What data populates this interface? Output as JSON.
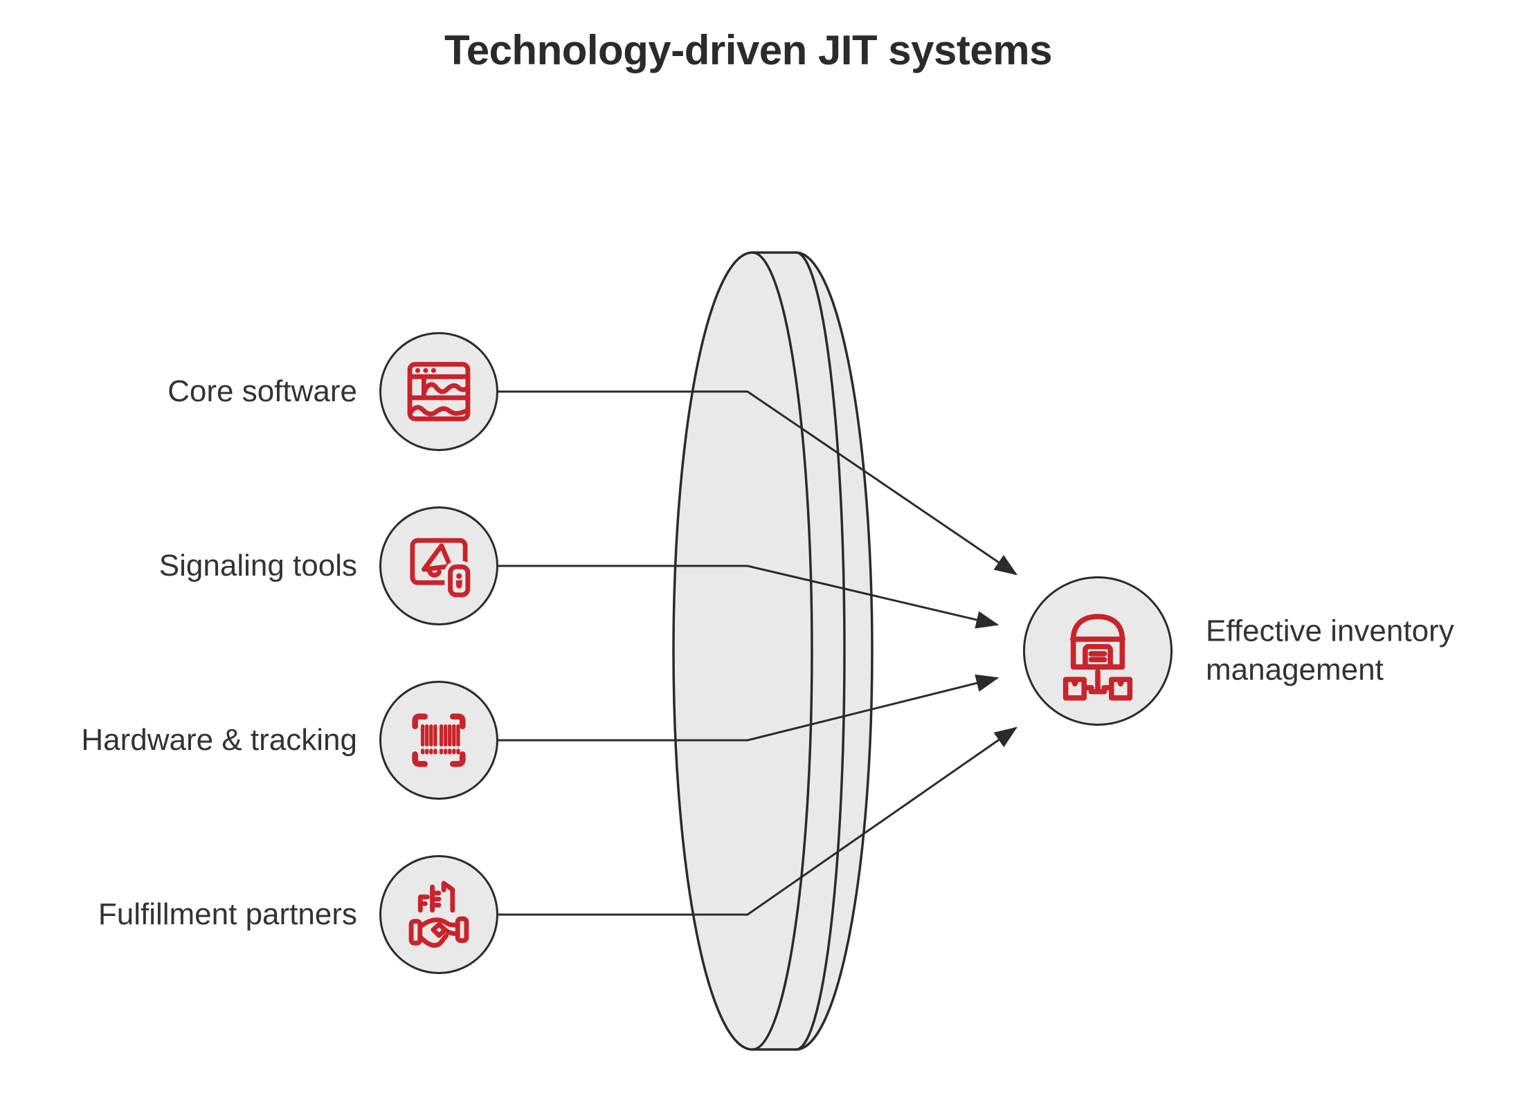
{
  "title": "Technology-driven JIT systems",
  "colors": {
    "accent_red": "#c8242b",
    "node_fill_gray": "#e9e9e9",
    "stroke_dark": "#2b2b2b",
    "label_text": "#333333",
    "background": "#ffffff"
  },
  "inputs": [
    {
      "label": "Core software",
      "icon": "browser-chart-icon"
    },
    {
      "label": "Signaling tools",
      "icon": "screen-megaphone-icon"
    },
    {
      "label": "Hardware & tracking",
      "icon": "barcode-scan-icon"
    },
    {
      "label": "Fulfillment partners",
      "icon": "buildings-handshake-icon"
    }
  ],
  "output": {
    "label": "Effective inventory management",
    "icon": "warehouse-distribution-icon"
  }
}
